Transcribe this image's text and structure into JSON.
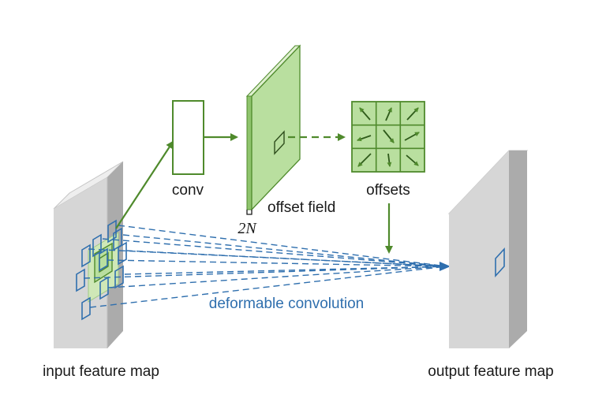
{
  "labels": {
    "conv": "conv",
    "offset_field": "offset field",
    "offsets": "offsets",
    "channels": "2N",
    "deformable_convolution": "deformable convolution",
    "input_feature_map": "input feature map",
    "output_feature_map": "output feature map"
  },
  "colors": {
    "green_stroke": "#4f8a2c",
    "green_fill": "#b9df9f",
    "green_side": "#8fc46d",
    "blue": "#2f6fae",
    "gray_front": "#d6d6d6",
    "gray_side": "#ababab",
    "gray_top": "#eeeeee"
  },
  "offset_grid": {
    "rows": 3,
    "cols": 3,
    "arrow_directions": [
      "up-left",
      "up-right",
      "up-right",
      "left-down",
      "down-right",
      "right-up",
      "down-left",
      "down",
      "down-right"
    ]
  }
}
